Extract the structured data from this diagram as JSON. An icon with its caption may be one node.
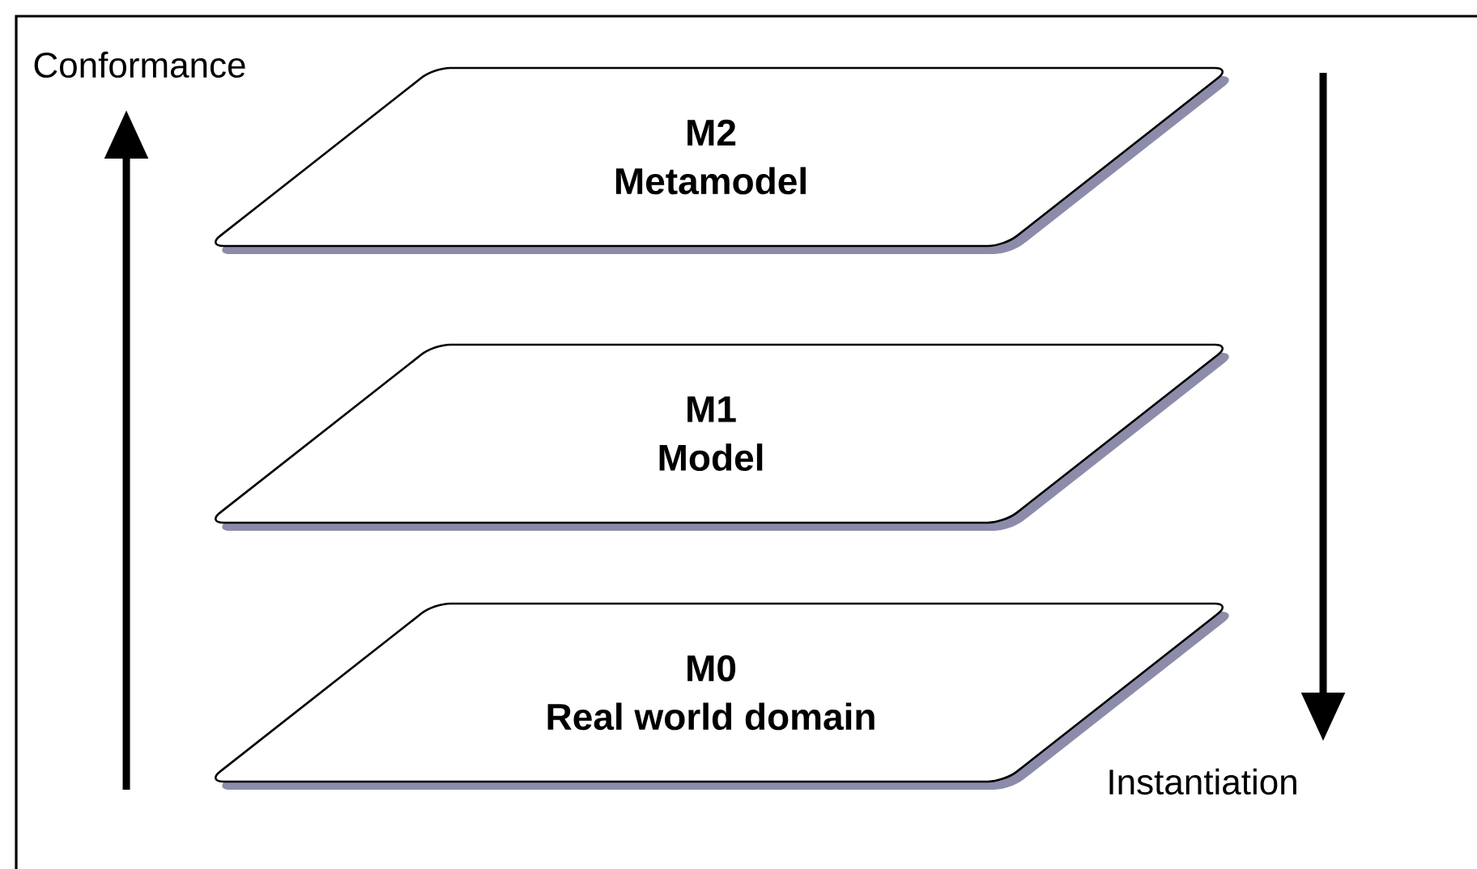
{
  "diagram": {
    "nodes": [
      {
        "text": [
          "M2",
          "Metamodel"
        ]
      },
      {
        "text": [
          "M1",
          "Model"
        ]
      },
      {
        "text": [
          "M0",
          "Real world domain"
        ]
      }
    ],
    "labels": [
      "Conformance",
      "Instantiation"
    ]
  }
}
